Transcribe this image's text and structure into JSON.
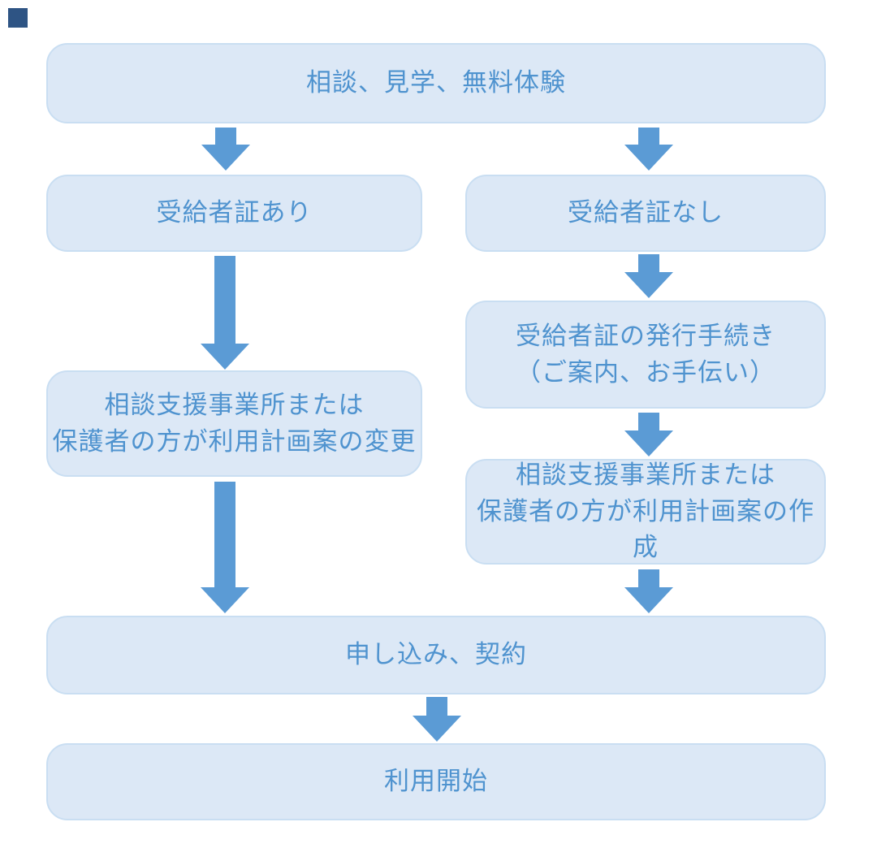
{
  "colors": {
    "box_fill": "#dce8f6",
    "box_border": "#c9def2",
    "text_blue": "#4f93cf",
    "arrow_blue": "#5b9bd5",
    "marker_navy": "#2e5484",
    "page_bg": "#ffffff"
  },
  "flowchart": {
    "type": "flow-diagram",
    "nodes": [
      {
        "id": "start",
        "label": "相談、見学、無料体験"
      },
      {
        "id": "cert-yes",
        "label": "受給者証あり"
      },
      {
        "id": "cert-no",
        "label": "受給者証なし"
      },
      {
        "id": "cert-issue",
        "lines": [
          "受給者証の発行手続き",
          "（ご案内、お手伝い）"
        ]
      },
      {
        "id": "plan-change",
        "lines": [
          "相談支援事業所または",
          "保護者の方が利用計画案の変更"
        ]
      },
      {
        "id": "plan-create",
        "lines": [
          "相談支援事業所または",
          "保護者の方が利用計画案の作成"
        ]
      },
      {
        "id": "contract",
        "label": "申し込み、契約"
      },
      {
        "id": "start-use",
        "label": "利用開始"
      }
    ],
    "edges": [
      {
        "from": "start",
        "to": "cert-yes"
      },
      {
        "from": "start",
        "to": "cert-no"
      },
      {
        "from": "cert-yes",
        "to": "plan-change"
      },
      {
        "from": "cert-no",
        "to": "cert-issue"
      },
      {
        "from": "cert-issue",
        "to": "plan-create"
      },
      {
        "from": "plan-change",
        "to": "contract"
      },
      {
        "from": "plan-create",
        "to": "contract"
      },
      {
        "from": "contract",
        "to": "start-use"
      }
    ]
  }
}
